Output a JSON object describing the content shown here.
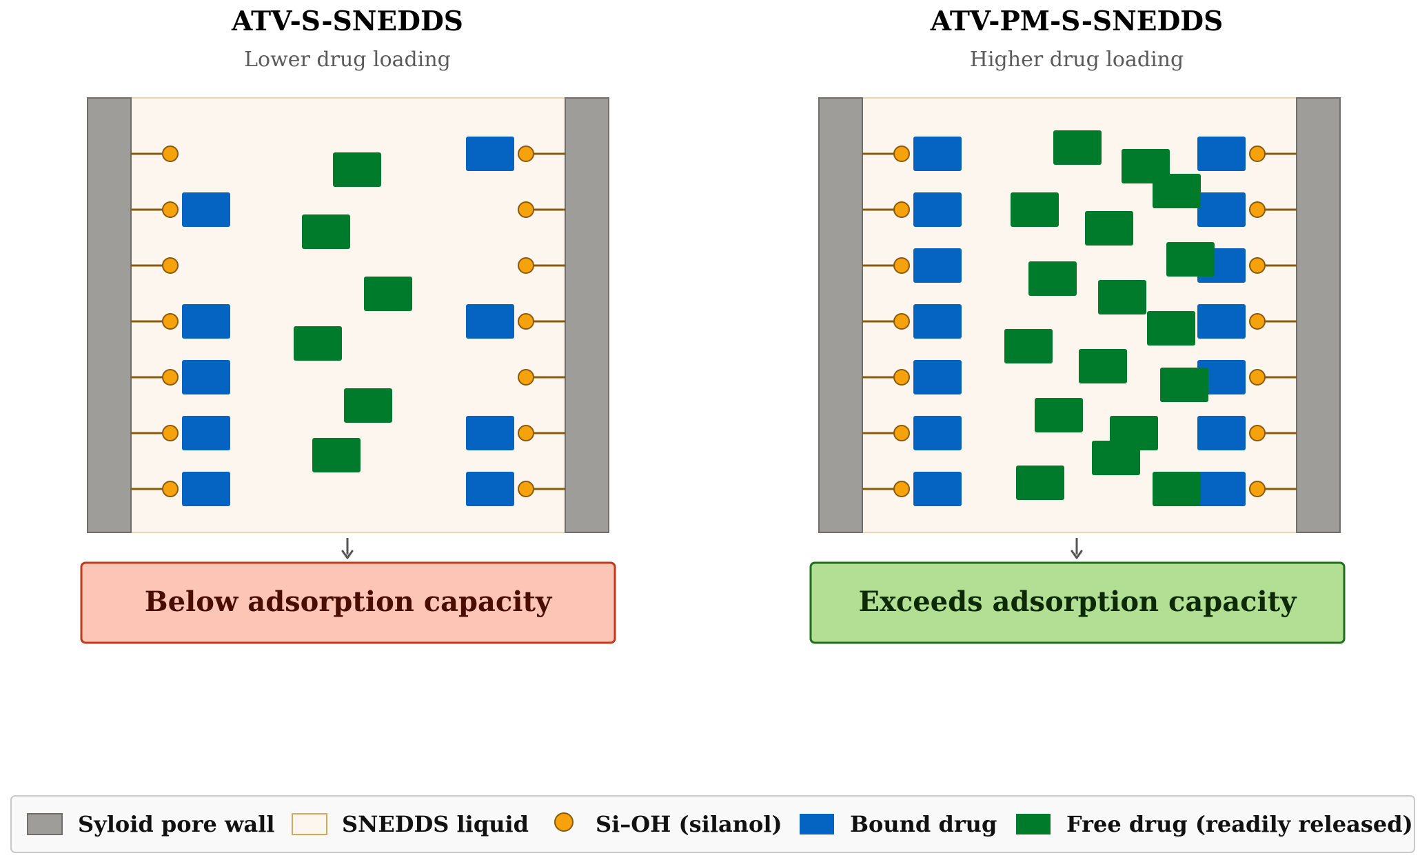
{
  "colors": {
    "pore_wall": "#9e9d99",
    "pore_wall_edge": "#6f6e6a",
    "liquid": "#fdf6ef",
    "liquid_edge": "#edd6b6",
    "silanol": "#f5a20c",
    "silanol_edge": "#8a5a0c",
    "tether": "#8a5a0c",
    "bound_drug": "#0563c1",
    "free_drug": "#007a2b",
    "arrow": "#555555"
  },
  "panels": [
    {
      "title": "ATV-S-SNEDDS",
      "subtitle": "Lower drug loading",
      "verdict": "Below adsorption capacity",
      "verdict_fill": "#fcc5b5",
      "verdict_stroke": "#c0391b",
      "verdict_text_color": "#4a0d02",
      "silanol_rows": 7,
      "bound_left_rows": [
        2,
        4,
        5,
        6,
        7
      ],
      "bound_right_rows": [
        1,
        4,
        6,
        7
      ],
      "free_drug_count": 6
    },
    {
      "title": "ATV-PM-S-SNEDDS",
      "subtitle": "Higher drug loading",
      "verdict": "Exceeds adsorption capacity",
      "verdict_fill": "#b3df94",
      "verdict_stroke": "#1f6f1c",
      "verdict_text_color": "#0b2a05",
      "silanol_rows": 7,
      "bound_left_rows": [
        1,
        2,
        3,
        4,
        5,
        6,
        7
      ],
      "bound_right_rows": [
        1,
        2,
        3,
        4,
        5,
        6,
        7
      ],
      "free_drug_count": 17
    }
  ],
  "legend": [
    {
      "label": "Syloid pore wall",
      "icon": "pore-wall-swatch"
    },
    {
      "label": "SNEDDS liquid",
      "icon": "liquid-swatch"
    },
    {
      "label": "Si–OH (silanol)",
      "icon": "silanol-dot"
    },
    {
      "label": "Bound drug",
      "icon": "bound-drug-swatch"
    },
    {
      "label": "Free drug (readily released)",
      "icon": "free-drug-swatch"
    }
  ]
}
